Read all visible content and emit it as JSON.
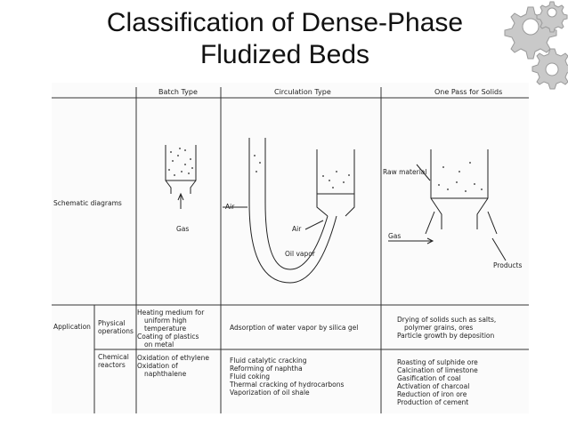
{
  "slide": {
    "title_line1": "Classification of Dense-Phase",
    "title_line2": "Fludized Beds"
  },
  "table": {
    "columns": [
      "Batch Type",
      "Circulation Type",
      "One Pass for Solids"
    ],
    "rows": {
      "schematic": "Schematic diagrams",
      "application": "Application",
      "physical": [
        "Physical",
        "operations"
      ],
      "chemical": [
        "Chemical",
        "reactors"
      ]
    },
    "physical_cells": {
      "batch": [
        "Heating medium for",
        "uniform high",
        "temperature",
        "Coating of plastics",
        "on metal"
      ],
      "circulation": [
        "Adsorption of water vapor by silica gel"
      ],
      "one_pass": [
        "Drying of solids such as salts,",
        "polymer grains, ores",
        "Particle growth by deposition"
      ]
    },
    "chemical_cells": {
      "batch": [
        "Oxidation of ethylene",
        "Oxidation of",
        "naphthalene"
      ],
      "circulation": [
        "Fluid catalytic cracking",
        "Reforming of naphtha",
        "Fluid coking",
        "Thermal cracking of hydrocarbons",
        "Vaporization of oil shale"
      ],
      "one_pass": [
        "Roasting of sulphide ore",
        "Calcination of limestone",
        "Gasification of coal",
        "Activation of charcoal",
        "Reduction of iron ore",
        "Production of cement"
      ]
    }
  },
  "diagram_labels": {
    "batch_gas": "Gas",
    "circ_air_left": "Air",
    "circ_air_right": "Air",
    "circ_oil_vapor": "Oil vapor",
    "onepass_raw": "Raw material",
    "onepass_gas": "Gas",
    "onepass_products": "Products"
  },
  "icons": [
    "gear-cluster-icon"
  ]
}
